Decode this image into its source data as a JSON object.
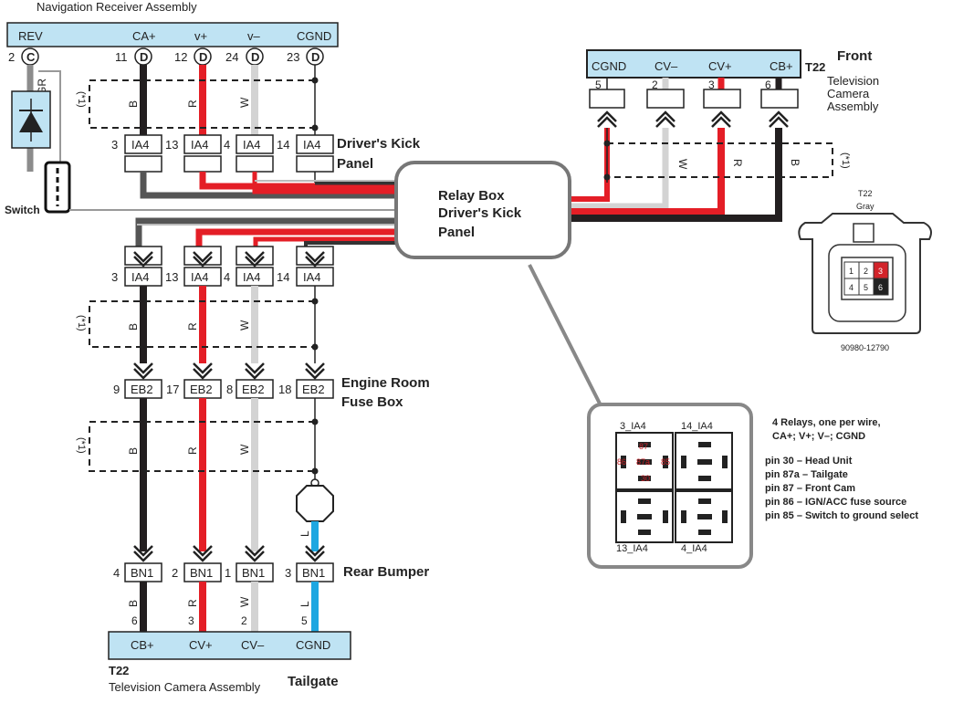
{
  "colors": {
    "black_wire": "#231f20",
    "red_wire": "#e41e26",
    "white_wire": "#d3d3d3",
    "blue_wire": "#1ea7e1",
    "header_fill": "#bfe3f3",
    "gray_wire": "#8c8c8c",
    "dark_gray_wire": "#555555",
    "pin_red": "#c62026"
  },
  "nav": {
    "title": "Navigation Receiver Assembly",
    "pins": [
      {
        "label": "REV",
        "num": "2",
        "letter": "C"
      },
      {
        "label": "CA+",
        "num": "11",
        "letter": "D"
      },
      {
        "label": "v+",
        "num": "12",
        "letter": "D"
      },
      {
        "label": "v–",
        "num": "24",
        "letter": "D"
      },
      {
        "label": "CGND",
        "num": "23",
        "letter": "D"
      }
    ]
  },
  "switch": {
    "label": "Switch",
    "wire": "GR"
  },
  "wire_codes": {
    "black": "B",
    "red": "R",
    "white": "W",
    "blue": "L"
  },
  "shield": "(*1)",
  "kick_top": {
    "label_1": "Driver's Kick",
    "label_2": "Panel",
    "connectors": [
      {
        "num": "3",
        "name": "IA4"
      },
      {
        "num": "13",
        "name": "IA4"
      },
      {
        "num": "4",
        "name": "IA4"
      },
      {
        "num": "14",
        "name": "IA4"
      }
    ]
  },
  "kick_bottom": {
    "connectors": [
      {
        "num": "3",
        "name": "IA4"
      },
      {
        "num": "13",
        "name": "IA4"
      },
      {
        "num": "4",
        "name": "IA4"
      },
      {
        "num": "14",
        "name": "IA4"
      }
    ]
  },
  "engine_room": {
    "label_1": "Engine Room",
    "label_2": "Fuse Box",
    "connectors": [
      {
        "num": "9",
        "name": "EB2"
      },
      {
        "num": "17",
        "name": "EB2"
      },
      {
        "num": "8",
        "name": "EB2"
      },
      {
        "num": "18",
        "name": "EB2"
      }
    ]
  },
  "rear_bumper": {
    "label": "Rear Bumper",
    "connectors": [
      {
        "num": "4",
        "name": "BN1"
      },
      {
        "num": "2",
        "name": "BN1"
      },
      {
        "num": "1",
        "name": "BN1"
      },
      {
        "num": "3",
        "name": "BN1"
      }
    ]
  },
  "tailgate_cam": {
    "code": "T22",
    "name": "Television Camera Assembly",
    "location": "Tailgate",
    "pins": [
      {
        "label": "CB+",
        "num": "6"
      },
      {
        "label": "CV+",
        "num": "3"
      },
      {
        "label": "CV–",
        "num": "2"
      },
      {
        "label": "CGND",
        "num": "5"
      }
    ]
  },
  "front_cam": {
    "code": "T22",
    "location": "Front",
    "name_1": "Television",
    "name_2": "Camera",
    "name_3": "Assembly",
    "pins": [
      {
        "label": "CGND",
        "num": "5"
      },
      {
        "label": "CV–",
        "num": "2"
      },
      {
        "label": "CV+",
        "num": "3"
      },
      {
        "label": "CB+",
        "num": "6"
      }
    ]
  },
  "relay_box": {
    "line_1": "Relay Box",
    "line_2": "Driver's Kick",
    "line_3": "Panel"
  },
  "connector_view": {
    "code": "T22",
    "color": "Gray",
    "part": "90980-12790",
    "cells": [
      "1",
      "2",
      "3",
      "4",
      "5",
      "6"
    ]
  },
  "relay_detail": {
    "labels": {
      "tl": "3_IA4",
      "tr": "14_IA4",
      "bl": "13_IA4",
      "br": "4_IA4"
    },
    "pin_labels": [
      "87",
      "86",
      "87a",
      "85",
      "30"
    ]
  },
  "relay_notes": {
    "line_1": "4 Relays, one per wire,",
    "line_2": "CA+; V+; V–; CGND",
    "pins": [
      "pin 30 – Head Unit",
      "pin 87a – Tailgate",
      "pin 87 – Front Cam",
      "pin 86 – IGN/ACC fuse source",
      "pin 85 – Switch to ground select"
    ]
  }
}
